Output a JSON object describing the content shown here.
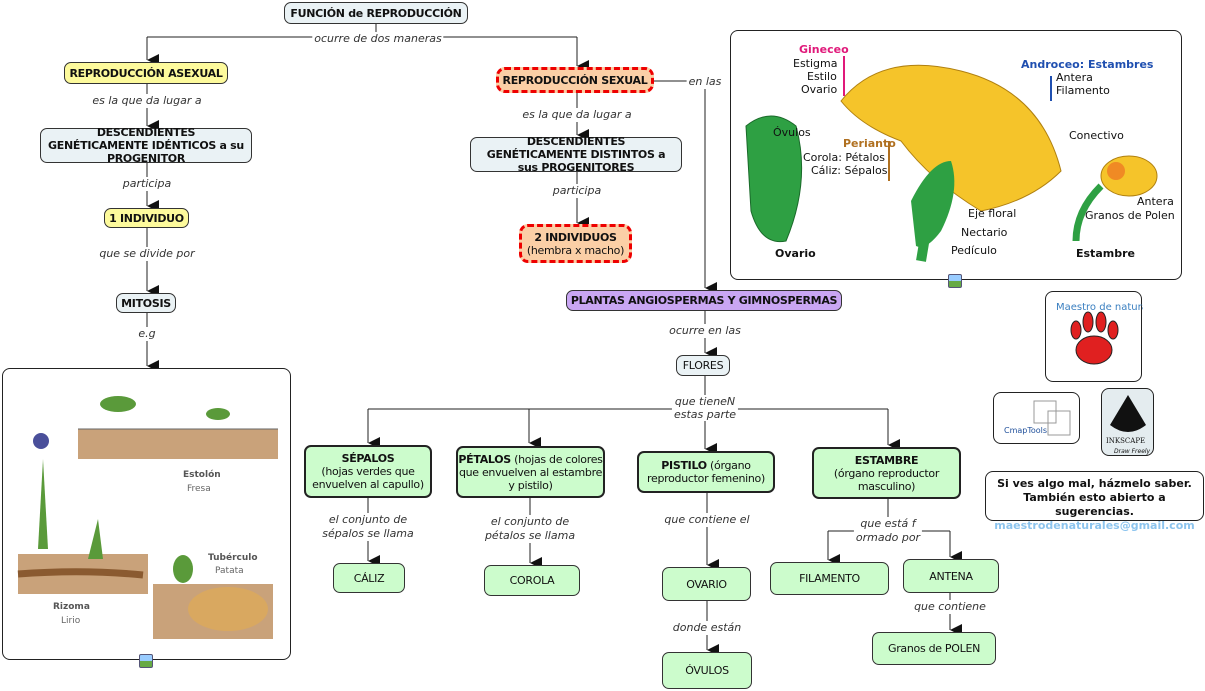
{
  "nodes": {
    "root": "FUNCIÓN de REPRODUCCIÓN",
    "asexual": "REPRODUCCIÓN ASEXUAL",
    "sexual": "REPRODUCCIÓN SEXUAL",
    "identicos": "DESCENDIENTES GENÉTICAMENTE IDÉNTICOS a su PROGENITOR",
    "distintos": "DESCENDIENTES GENÉTICAMENTE DISTINTOS a sus PROGENITORES",
    "uno": "1 INDIVIDUO",
    "dos_title": "2 INDIVIDUOS",
    "dos_sub": "(hembra x macho)",
    "mitosis": "MITOSIS",
    "plantas": "PLANTAS ANGIOSPERMAS Y GIMNOSPERMAS",
    "flores": "FLORES",
    "sepalos_title": "SÉPALOS",
    "sepalos_sub": "(hojas verdes que envuelven al capullo)",
    "petalos_title": "PÉTALOS",
    "petalos_sub": " (hojas de colores que envuelven al estambre y pistilo)",
    "pistilo_title": "PISTILO",
    "pistilo_sub": " (órgano reproductor femenino)",
    "estambre_title": "ESTAMBRE",
    "estambre_sub": "(órgano reproductor masculino)",
    "caliz": "CÁLIZ",
    "corola": "COROLA",
    "ovario": "OVARIO",
    "ovulos": "ÓVULOS",
    "filamento": "FILAMENTO",
    "antena": "ANTENA",
    "polen": "Granos de POLEN"
  },
  "links": {
    "dos_maneras": "ocurre de dos maneras",
    "da_lugar_1": "es la que da lugar a",
    "da_lugar_2": "es la que da lugar a",
    "participa_1": "participa",
    "participa_2": "participa",
    "divide": "que se divide por",
    "eg": "e.g",
    "en_las": "en las",
    "ocurre_en": "ocurre en las",
    "tienen_1": "que tieneN",
    "tienen_2": "estas parte",
    "sep_1": "el conjunto de",
    "sep_2": "sépalos se llama",
    "pet_1": "el conjunto de",
    "pet_2": "pétalos se llama",
    "contiene_el": "que contiene el",
    "donde": "donde están",
    "formado_1": "que está f",
    "formado_2": "ormado por",
    "contiene": "que contiene"
  },
  "plants_image": {
    "estolon": "Estolón",
    "fresa": "Fresa",
    "tuberculo": "Tubérculo",
    "patata": "Patata",
    "rizoma": "Rizoma",
    "lirio": "Lirio"
  },
  "flower_image": {
    "gineceo": "Gineceo",
    "estigma": "Estigma",
    "estilo": "Estilo",
    "ovario": "Ovario",
    "androceo": "Androceo: Estambres",
    "antera": "Antera",
    "filamento": "Filamento",
    "ovulos": "Óvulos",
    "perianto": "Perianto",
    "corola": "Corola: Pétalos",
    "caliz": "Cáliz: Sépalos",
    "conectivo": "Conectivo",
    "antera2": "Antera",
    "granos": "Granos de Polen",
    "eje": "Eje floral",
    "nectario": "Nectario",
    "pedicelo": "Pedículo",
    "ovario_caption": "Ovario",
    "estambre_caption": "Estambre",
    "colors": {
      "gineceo": "#e0197a",
      "androceo": "#1f4fb0",
      "perianto": "#b07020"
    }
  },
  "logos": {
    "cmaptools": "CmapTools",
    "inkscape": "INKSCAPE",
    "inkscape_tag": "Draw Freely"
  },
  "note": {
    "line1": "Si ves algo mal, házmelo saber.",
    "line2": "También esto abierto a sugerencias.",
    "email": "maestrodenaturales@gmail.com"
  }
}
